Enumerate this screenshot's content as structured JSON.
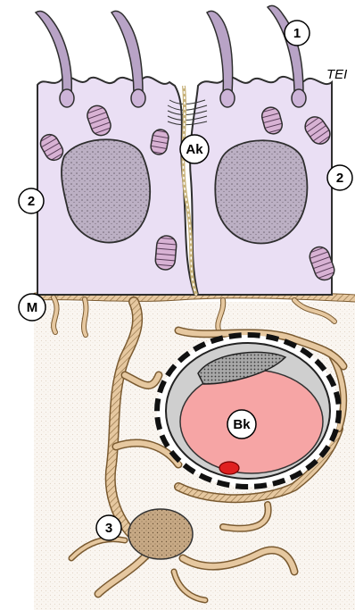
{
  "labels": {
    "cilium_marker": "1",
    "epithelial_marker_left": "2",
    "epithelial_marker_right": "2",
    "fibroblast_marker": "3",
    "junction": "Ak",
    "membrane": "M",
    "vessel": "Bk",
    "tissue_tag": "TEI"
  },
  "colors": {
    "cell_fill": "#eadff4",
    "cell_outline": "#2e2e2e",
    "nucleus_fill": "#b6a9bd",
    "mito_fill": "#d9b6d6",
    "connective_bg": "#f4ece2",
    "fiber_brown": "#b08a5c",
    "blood": "#f6a5a5",
    "red_cell": "#e02020",
    "fibroblast_nucleus": "#c8ab8b"
  }
}
